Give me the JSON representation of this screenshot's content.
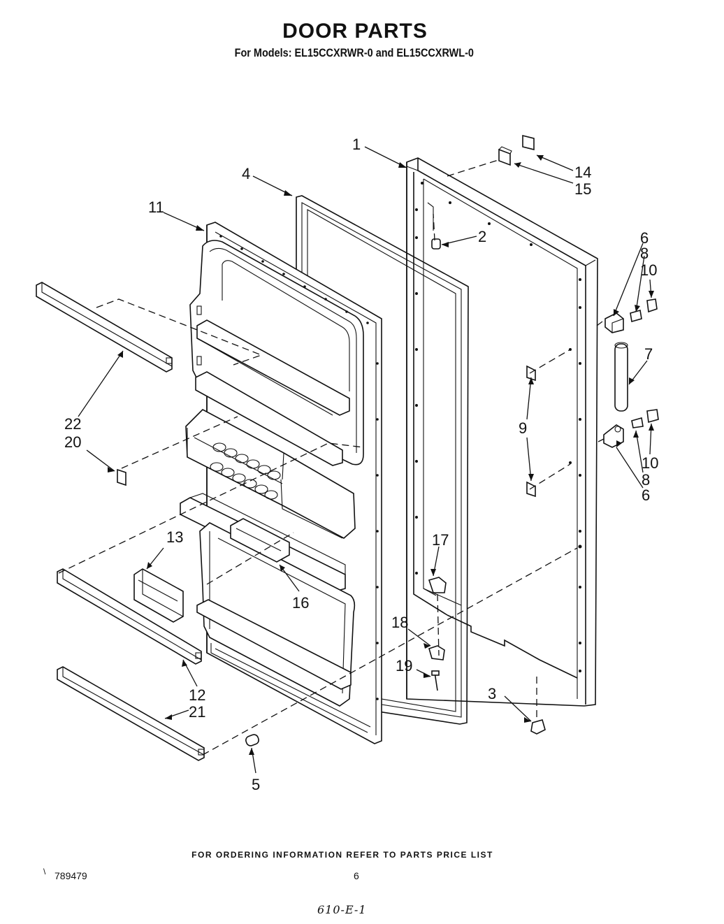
{
  "header": {
    "title": "DOOR PARTS",
    "subtitle": "For Models: EL15CCXRWR-0 and EL15CCXRWL-0"
  },
  "callouts": {
    "c1": "1",
    "c2": "2",
    "c3": "3",
    "c4": "4",
    "c5": "5",
    "c6a": "6",
    "c6b": "6",
    "c7": "7",
    "c8a": "8",
    "c8b": "8",
    "c9": "9",
    "c10a": "10",
    "c10b": "10",
    "c11": "11",
    "c12": "12",
    "c13": "13",
    "c14": "14",
    "c15": "15",
    "c16": "16",
    "c17": "17",
    "c18": "18",
    "c19": "19",
    "c20": "20",
    "c21": "21",
    "c22": "22"
  },
  "footer": {
    "ordering_note": "FOR ORDERING INFORMATION REFER TO PARTS PRICE LIST",
    "doc_number": "789479",
    "tick_mark": "\\",
    "page_number": "6",
    "handwritten_note": "610-E-1"
  }
}
